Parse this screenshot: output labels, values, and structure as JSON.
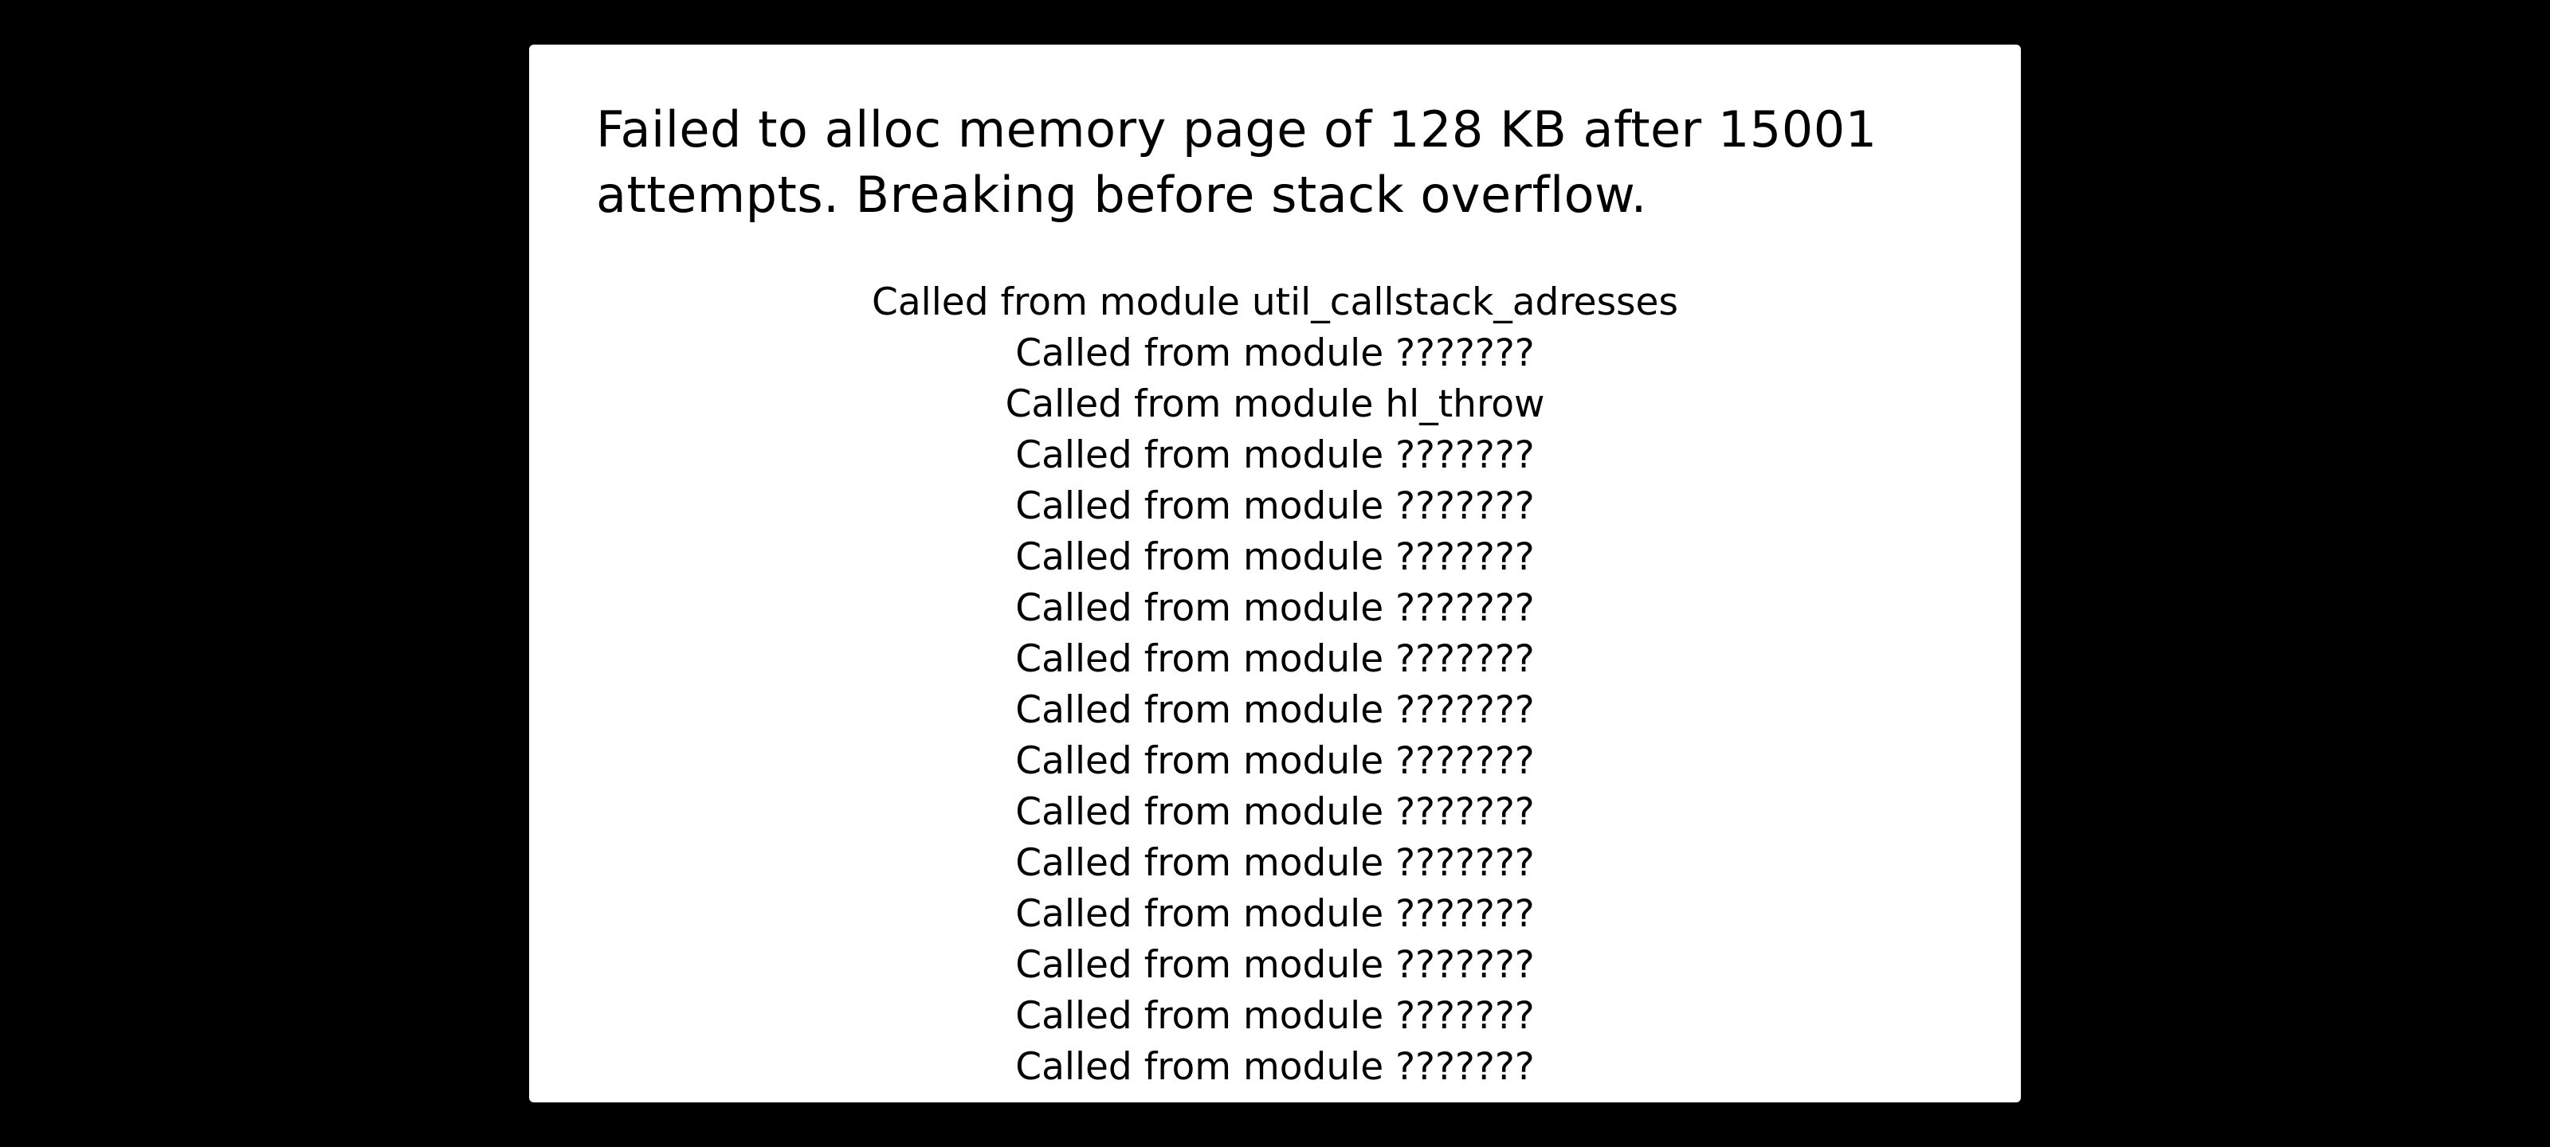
{
  "colors": {
    "background": "#000000",
    "dialog": "#ffffff",
    "text": "#000000"
  },
  "error": {
    "message": "Failed to alloc memory page of 128 KB after 15001 attempts. Breaking before stack overflow."
  },
  "callstack": [
    "Called from module util_callstack_adresses",
    "Called from module ???????",
    "Called from module hl_throw",
    "Called from module ???????",
    "Called from module ???????",
    "Called from module ???????",
    "Called from module ???????",
    "Called from module ???????",
    "Called from module ???????",
    "Called from module ???????",
    "Called from module ???????",
    "Called from module ???????",
    "Called from module ???????",
    "Called from module ???????",
    "Called from module ???????",
    "Called from module ???????"
  ]
}
